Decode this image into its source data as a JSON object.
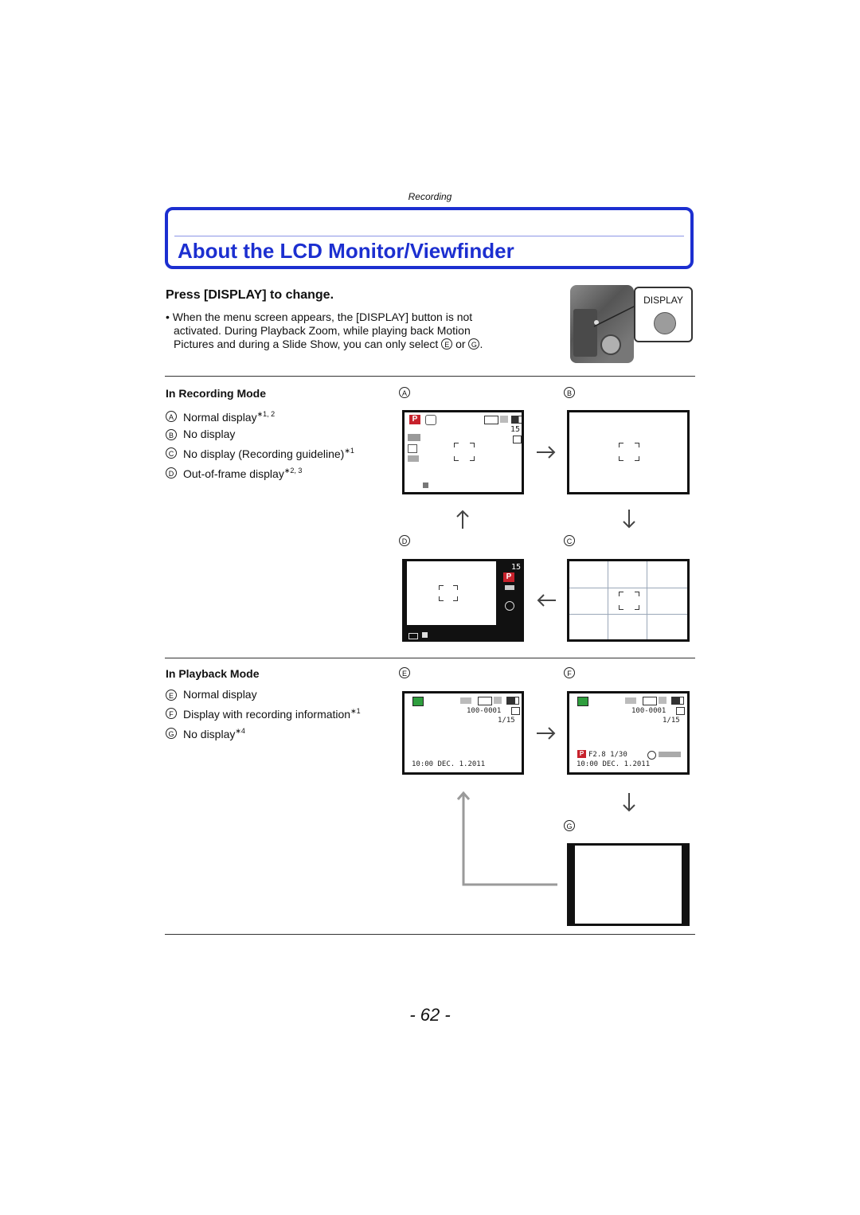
{
  "header": {
    "section": "Recording"
  },
  "title": "About the LCD Monitor/Viewfinder",
  "subtitle": "Press [DISPLAY] to change.",
  "bullet": {
    "line1": "• When the menu screen appears, the [DISPLAY] button is not",
    "line2": "activated. During Playback Zoom, while playing back Motion",
    "line3_pre": "Pictures and during a Slide Show, you can only select",
    "letter_e": "E",
    "or": "or",
    "letter_g": "G",
    "end": "."
  },
  "display_button": {
    "label": "DISPLAY"
  },
  "recording": {
    "title": "In Recording Mode",
    "items": [
      {
        "letter": "A",
        "text": "Normal display",
        "note": "∗1, 2"
      },
      {
        "letter": "B",
        "text": "No display",
        "note": ""
      },
      {
        "letter": "C",
        "text": "No display (Recording guideline)",
        "note": "∗1"
      },
      {
        "letter": "D",
        "text": "Out-of-frame display",
        "note": "∗2, 3"
      }
    ],
    "screen_labels": {
      "a": "A",
      "b": "B",
      "c": "C",
      "d": "D"
    },
    "screen_a": {
      "mode": "P",
      "count": "15"
    },
    "screen_d": {
      "count": "15",
      "mode": "P"
    }
  },
  "playback": {
    "title": "In Playback Mode",
    "items": [
      {
        "letter": "E",
        "text": "Normal display",
        "note": ""
      },
      {
        "letter": "F",
        "text": "Display with recording information",
        "note": "∗1"
      },
      {
        "letter": "G",
        "text": "No display",
        "note": "∗4"
      }
    ],
    "screen_labels": {
      "e": "E",
      "f": "F",
      "g": "G"
    },
    "file_no": "100-0001",
    "count": "1/15",
    "datetime": "10:00  DEC.  1.2011",
    "exposure": "F2.8  1/30",
    "mode": "P"
  },
  "page_number": "- 62 -"
}
